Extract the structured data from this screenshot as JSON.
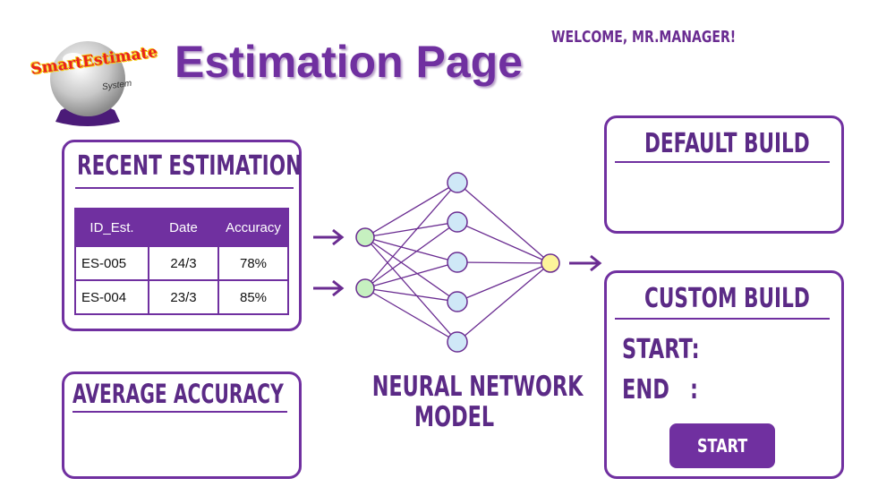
{
  "logo": {
    "text": "SmartEstimate",
    "subtext": "System"
  },
  "header": {
    "title": "Estimation Page",
    "welcome": "WELCOME, MR.MANAGER!"
  },
  "recent": {
    "title": "RECENT ESTIMATION",
    "columns": [
      "ID_Est.",
      "Date",
      "Accuracy"
    ],
    "rows": [
      [
        "ES-005",
        "24/3",
        "78%"
      ],
      [
        "ES-004",
        "23/3",
        "85%"
      ]
    ]
  },
  "average": {
    "title": "AVERAGE ACCURACY"
  },
  "model": {
    "line1": "NEURAL NETWORK",
    "line2": "MODEL"
  },
  "default_build": {
    "title": "DEFAULT BUILD"
  },
  "custom_build": {
    "title": "CUSTOM BUILD",
    "start_label": "START:",
    "end_label": "END",
    "end_colon": ":",
    "button": "START"
  },
  "colors": {
    "accent": "#7030a0",
    "title": "#5b2a86",
    "input_node": "#c6f0c0",
    "hidden_node": "#cfe8f7",
    "output_node": "#fdf59a"
  }
}
